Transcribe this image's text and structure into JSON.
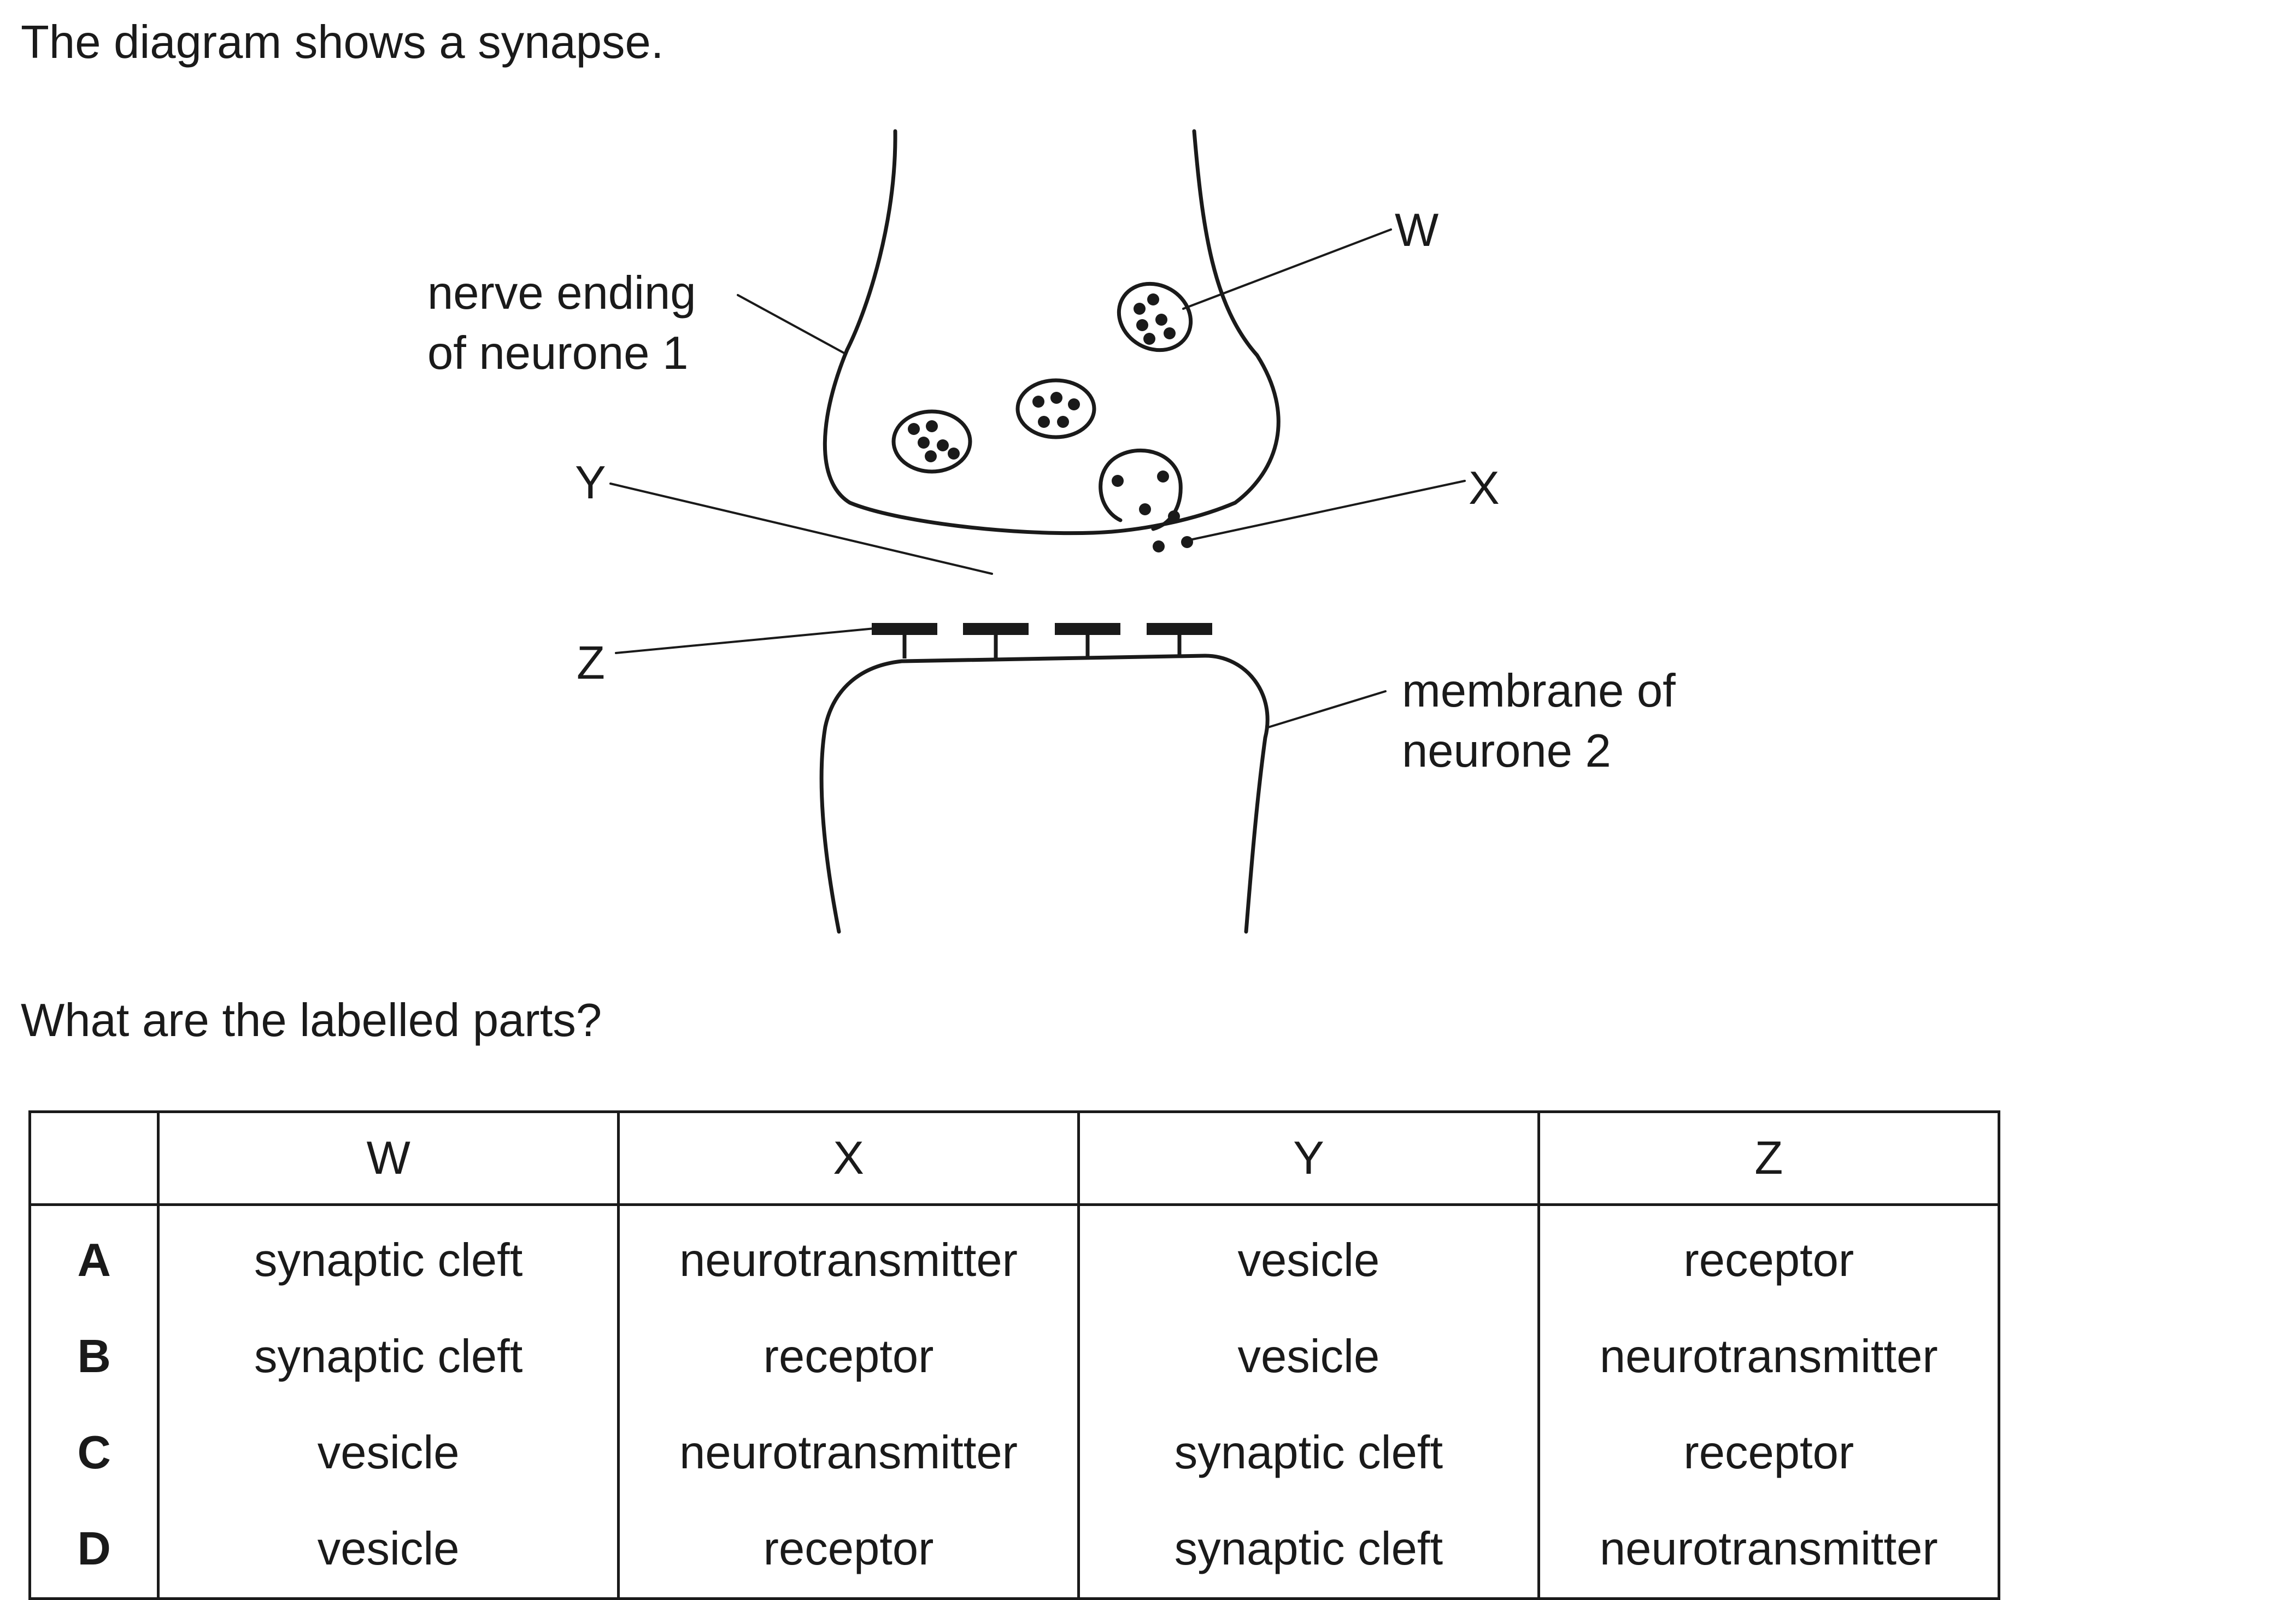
{
  "intro": "The diagram shows a synapse.",
  "diagram": {
    "labels": {
      "nerve_ending_line1": "nerve ending",
      "nerve_ending_line2": "of neurone 1",
      "w": "W",
      "x": "X",
      "y": "Y",
      "z": "Z",
      "membrane_line1": "membrane of",
      "membrane_line2": "neurone 2"
    }
  },
  "question": "What are the labelled parts?",
  "table": {
    "headers": [
      "",
      "W",
      "X",
      "Y",
      "Z"
    ],
    "rows": [
      [
        "A",
        "synaptic cleft",
        "neurotransmitter",
        "vesicle",
        "receptor"
      ],
      [
        "B",
        "synaptic cleft",
        "receptor",
        "vesicle",
        "neurotransmitter"
      ],
      [
        "C",
        "vesicle",
        "neurotransmitter",
        "synaptic cleft",
        "receptor"
      ],
      [
        "D",
        "vesicle",
        "receptor",
        "synaptic cleft",
        "neurotransmitter"
      ]
    ]
  }
}
